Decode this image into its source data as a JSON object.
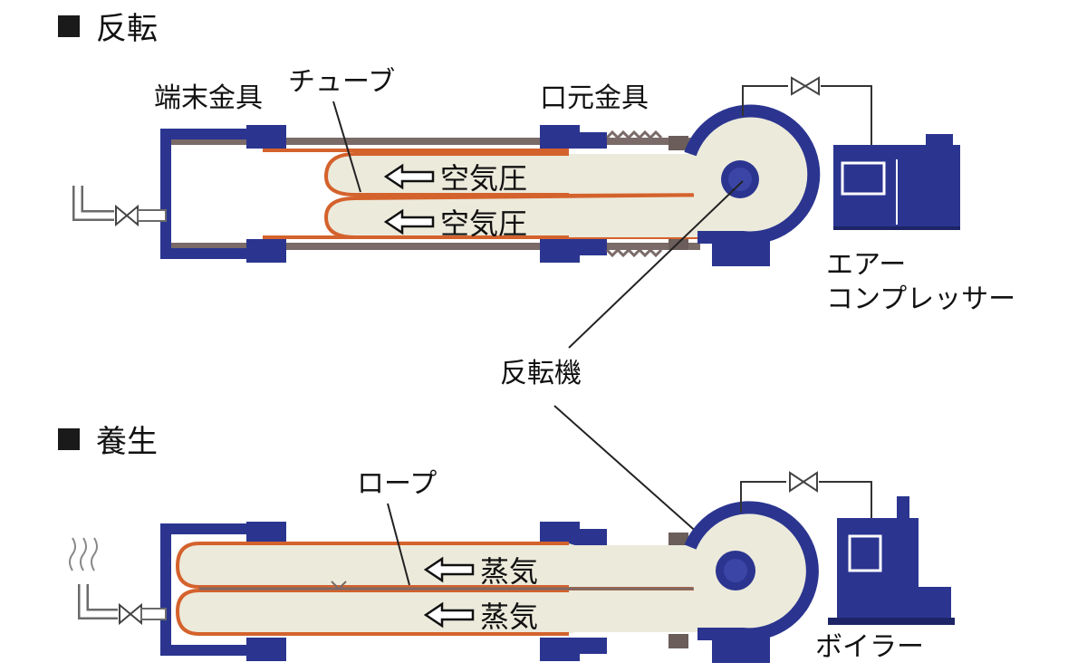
{
  "sections": {
    "top_title": "反転",
    "bottom_title": "養生"
  },
  "labels": {
    "end_fitting": "端末金具",
    "tube": "チューブ",
    "mouth_fitting": "口元金具",
    "air_pressure": "空気圧",
    "air_compressor_line1": "エアー",
    "air_compressor_line2": "コンプレッサー",
    "inverter": "反転機",
    "rope": "ロープ",
    "steam": "蒸気",
    "boiler": "ボイラー"
  },
  "colors": {
    "machine_blue": "#2b3590",
    "tube_fill": "#eceadb",
    "liner_orange": "#d4622c",
    "pipe_gray": "#7a6a68"
  }
}
